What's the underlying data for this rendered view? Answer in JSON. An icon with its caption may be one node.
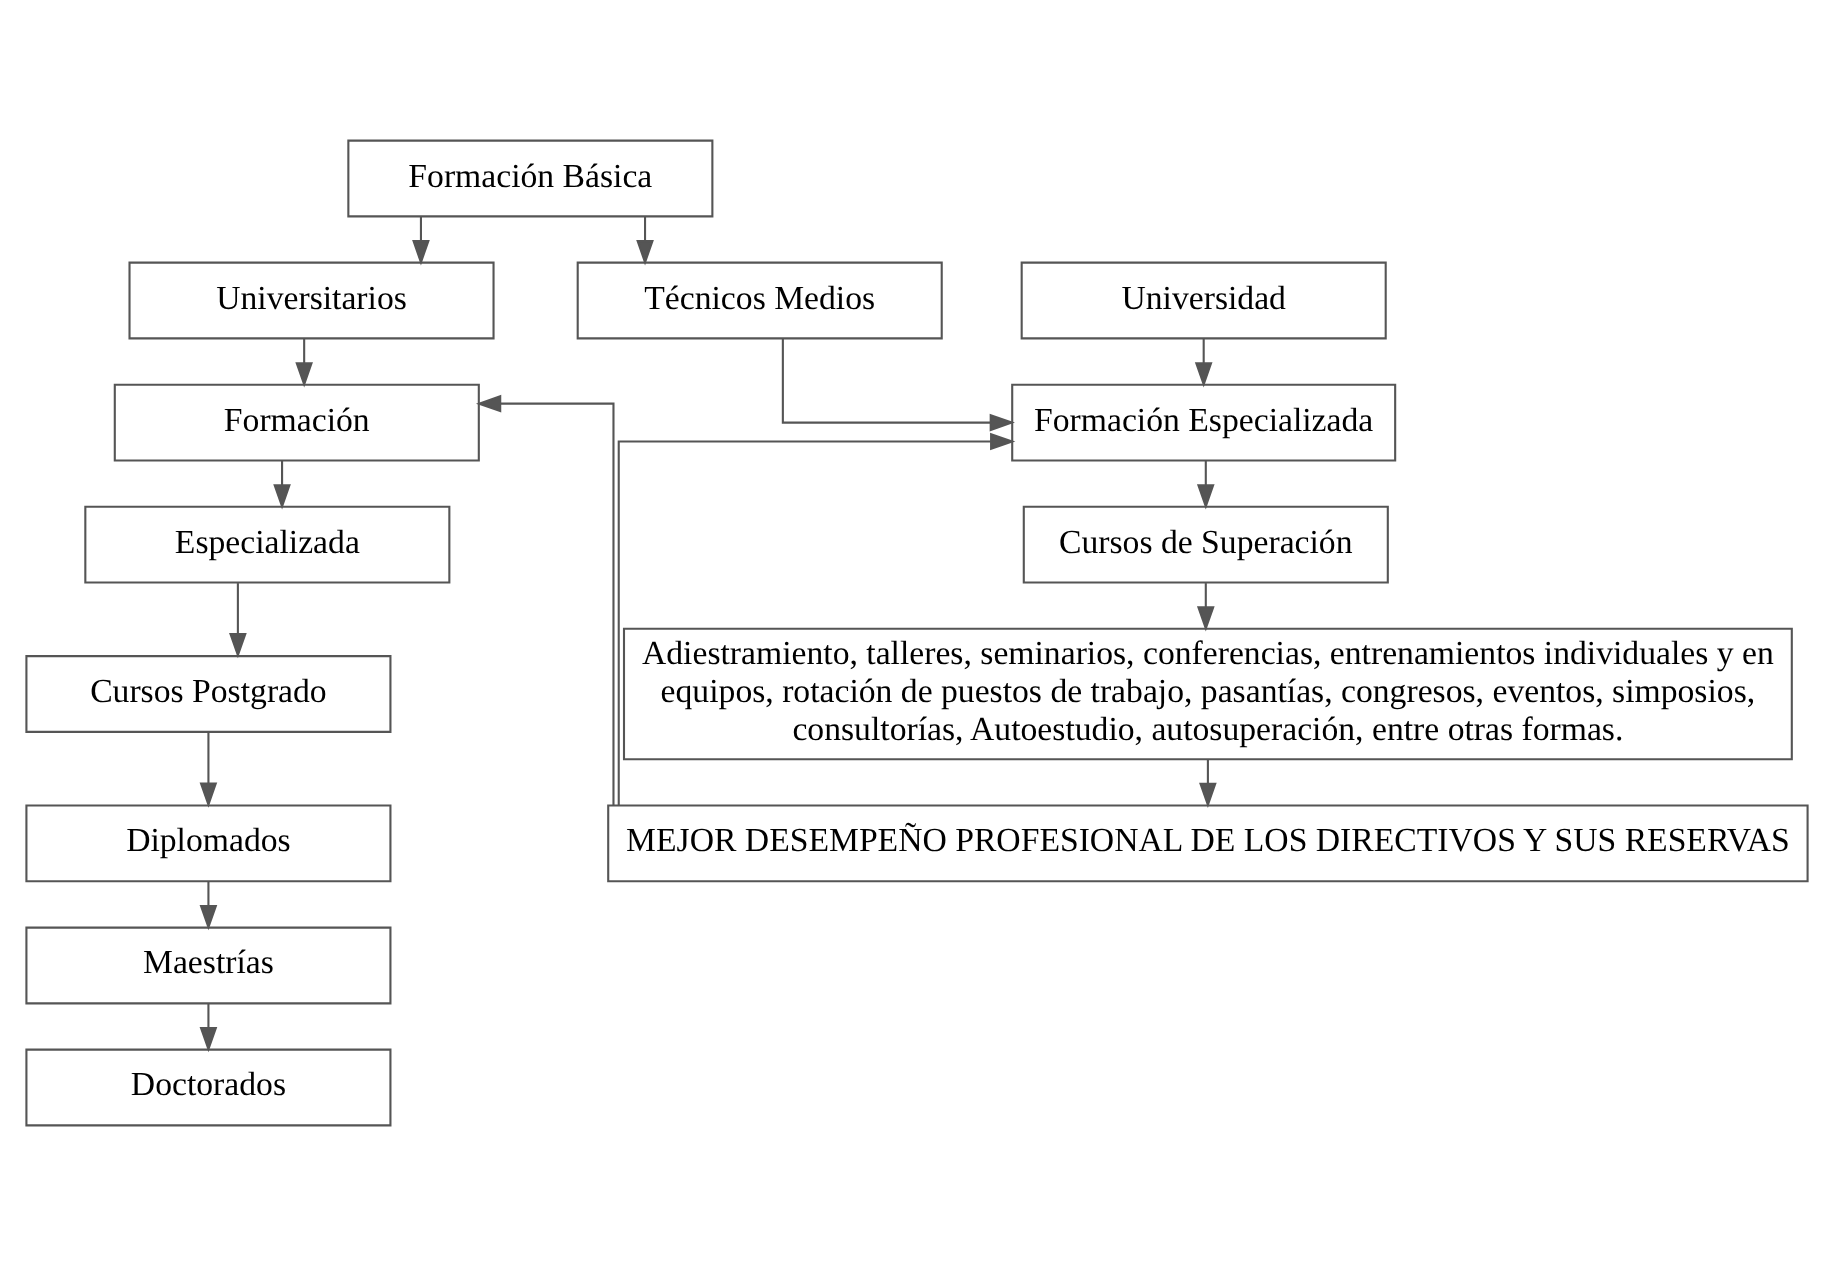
{
  "diagram": {
    "nodes": [
      {
        "text": [
          "Formación Básica"
        ]
      },
      {
        "text": [
          "Universitarios"
        ]
      },
      {
        "text": [
          "Técnicos Medios"
        ]
      },
      {
        "text": [
          "Universidad"
        ]
      },
      {
        "text": [
          "Formación"
        ]
      },
      {
        "text": [
          "Formación Especializada"
        ]
      },
      {
        "text": [
          "Especializada"
        ]
      },
      {
        "text": [
          "Cursos de Superación"
        ]
      },
      {
        "text": [
          "Cursos Postgrado"
        ]
      },
      {
        "text": [
          "Diplomados"
        ]
      },
      {
        "text": [
          "Maestrías"
        ]
      },
      {
        "text": [
          "Doctorados"
        ]
      },
      {
        "text": [
          "Adiestramiento, talleres, seminarios, conferencias, entrenamientos individuales y en equipos, rotación de puestos de trabajo, pasantías, congresos, eventos, simposios, consultorías, Autoestudio, autosuperación, entre otras formas."
        ]
      },
      {
        "text": [
          "MEJOR DESEMPEÑO PROFESIONAL DE LOS DIRECTIVOS Y SUS RESERVAS"
        ]
      }
    ],
    "edges": [
      {
        "from": 0,
        "to": 1,
        "arrow": "to"
      },
      {
        "from": 0,
        "to": 2,
        "arrow": "to"
      },
      {
        "from": 1,
        "to": 4,
        "arrow": "to"
      },
      {
        "from": 2,
        "to": 5,
        "arrow": "to"
      },
      {
        "from": 3,
        "to": 5,
        "arrow": "to"
      },
      {
        "from": 4,
        "to": 6,
        "arrow": "to"
      },
      {
        "from": 5,
        "to": 7,
        "arrow": "to"
      },
      {
        "from": 6,
        "to": 8,
        "arrow": "to"
      },
      {
        "from": 8,
        "to": 9,
        "arrow": "to"
      },
      {
        "from": 9,
        "to": 10,
        "arrow": "to"
      },
      {
        "from": 10,
        "to": 11,
        "arrow": "to"
      },
      {
        "from": 7,
        "to": 12,
        "arrow": "to"
      },
      {
        "from": 12,
        "to": 13,
        "arrow": "to"
      },
      {
        "from": 13,
        "to": 4,
        "arrow": "to"
      },
      {
        "from": 13,
        "to": 5,
        "arrow": "to"
      }
    ]
  }
}
